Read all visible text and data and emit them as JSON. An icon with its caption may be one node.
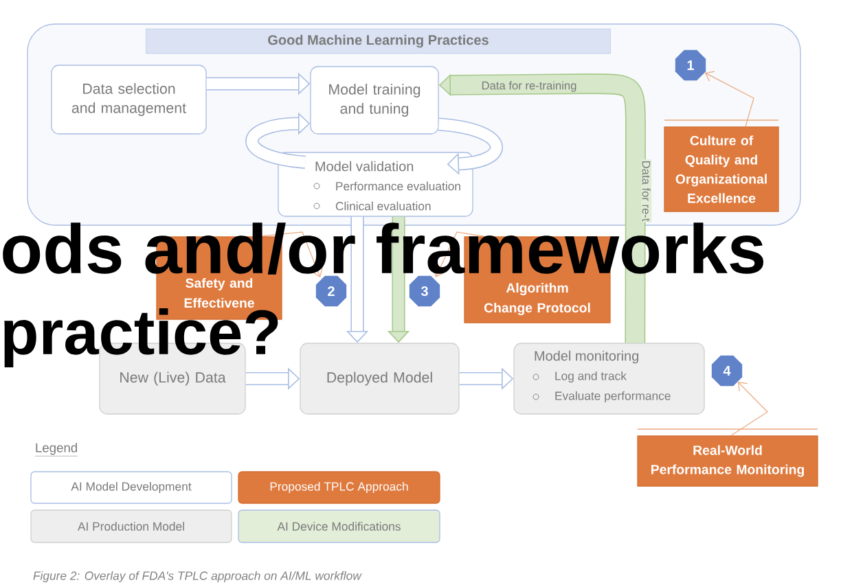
{
  "diagram": {
    "caption": "Figure 2: Overlay of FDA's TPLC approach on AI/ML workflow",
    "nodes": [
      {
        "text": [
          "Good Machine Learning Practices"
        ]
      },
      {
        "text": [
          "Data selection and management"
        ],
        "in": 0
      },
      {
        "text": [
          "Model training and tuning"
        ],
        "in": 0
      },
      {
        "text": [
          "Model validation",
          "Performance evaluation",
          "Clinical evaluation"
        ],
        "in": 0
      },
      {
        "text": [
          "1"
        ],
        "in": 0
      },
      {
        "text": [
          "Culture of Quality and Organizational Excellence"
        ],
        "in": 0
      },
      {
        "text": [
          "Safety and Effectivene"
        ]
      },
      {
        "text": [
          "2"
        ]
      },
      {
        "text": [
          "3"
        ]
      },
      {
        "text": [
          "Algorithm Change Protocol"
        ]
      },
      {
        "text": [
          "New (Live) Data"
        ]
      },
      {
        "text": [
          "Deployed Model"
        ]
      },
      {
        "text": [
          "Model monitoring",
          "Log and track",
          "Evaluate performance"
        ]
      },
      {
        "text": [
          "4"
        ]
      },
      {
        "text": [
          "Real-World Performance Monitoring"
        ]
      }
    ],
    "edges": [
      {
        "from": 1,
        "to": 2,
        "arrow": "to"
      },
      {
        "from": 2,
        "to": 3,
        "arrow": "to"
      },
      {
        "from": 3,
        "to": 2,
        "arrow": "to"
      },
      {
        "from": 5,
        "to": 4,
        "arrow": "to",
        "color": "#e9a77e"
      },
      {
        "from": 6,
        "to": 7,
        "arrow": "to",
        "color": "#e9a77e"
      },
      {
        "from": 9,
        "to": 8,
        "arrow": "to",
        "color": "#e9a77e"
      },
      {
        "from": 3,
        "to": 11,
        "arrow": "to"
      },
      {
        "from": 3,
        "to": 11,
        "arrow": "to",
        "color": "#a6c98a"
      },
      {
        "from": 10,
        "to": 11,
        "arrow": "to"
      },
      {
        "from": 11,
        "to": 12,
        "arrow": "to"
      },
      {
        "from": 12,
        "to": 2,
        "arrow": "to",
        "color": "#a6c98a",
        "label": "Data for re-training"
      },
      {
        "from": 14,
        "to": 13,
        "arrow": "to",
        "color": "#e9a77e"
      }
    ],
    "labels": [
      "Data for re-t",
      "Legend",
      "ods and/or frameworks",
      "practice?"
    ],
    "legend": [
      {
        "text": "AI Model Development"
      },
      {
        "text": "Proposed TPLC Approach",
        "color": "#df7a3e"
      },
      {
        "text": "AI Production Model",
        "color": "#eeeeee"
      },
      {
        "text": "AI Device Modifications",
        "color": "#e3eed9"
      }
    ]
  }
}
